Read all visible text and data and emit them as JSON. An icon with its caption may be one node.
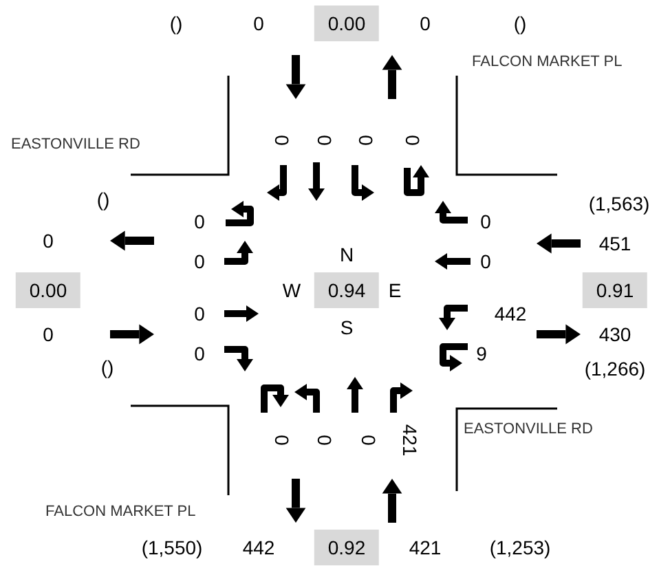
{
  "diagram": {
    "labels": [
      "()",
      "0",
      "0.00",
      "0",
      "()",
      "FALCON MARKET PL",
      "EASTONVILLE RD",
      "0",
      "0",
      "0",
      "0",
      "()",
      "(1,563)",
      "0",
      "0",
      "0",
      "451",
      "0",
      "N",
      "0",
      "0.00",
      "W",
      "0.94",
      "E",
      "0.91",
      "0",
      "442",
      "0",
      "S",
      "430",
      "0",
      "9",
      "()",
      "(1,266)",
      "0",
      "0",
      "0",
      "421",
      "EASTONVILLE RD",
      "FALCON MARKET PL",
      "(1,550)",
      "442",
      "0.92",
      "421",
      "(1,253)"
    ]
  }
}
